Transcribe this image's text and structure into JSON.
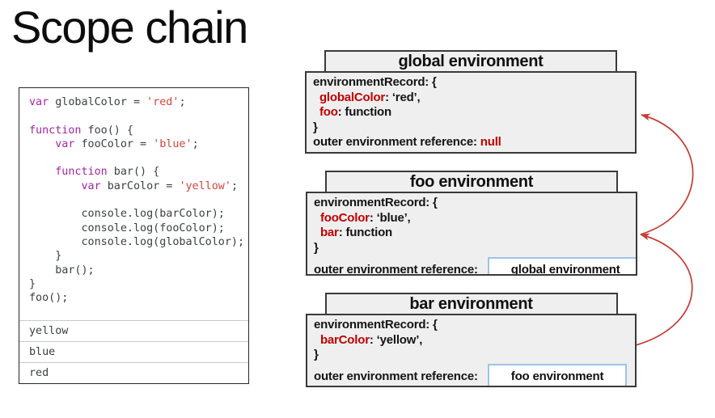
{
  "slide": {
    "title": "Scope chain"
  },
  "colors": {
    "keyword": "#a626a4",
    "string": "#d0453a",
    "code_text": "#3b4045",
    "env_red": "#c00000",
    "arrow": "#c53b32",
    "panel_fill": "#efefef",
    "panel_border": "#3a3a3a",
    "ref_border": "#9dc3e6",
    "divider": "#c9c9c9"
  },
  "code_panel": {
    "lines": [
      [
        {
          "t": "var",
          "s": "kw"
        },
        {
          "t": " globalColor = ",
          "s": "pl"
        },
        {
          "t": "'red'",
          "s": "str"
        },
        {
          "t": ";",
          "s": "pl"
        }
      ],
      [],
      [
        {
          "t": "function",
          "s": "kw"
        },
        {
          "t": " foo() {",
          "s": "pl"
        }
      ],
      [
        {
          "t": "    ",
          "s": "pl"
        },
        {
          "t": "var",
          "s": "kw"
        },
        {
          "t": " fooColor = ",
          "s": "pl"
        },
        {
          "t": "'blue'",
          "s": "str"
        },
        {
          "t": ";",
          "s": "pl"
        }
      ],
      [],
      [
        {
          "t": "    ",
          "s": "pl"
        },
        {
          "t": "function",
          "s": "kw"
        },
        {
          "t": " bar() {",
          "s": "pl"
        }
      ],
      [
        {
          "t": "        ",
          "s": "pl"
        },
        {
          "t": "var",
          "s": "kw"
        },
        {
          "t": " barColor = ",
          "s": "pl"
        },
        {
          "t": "'yellow'",
          "s": "str"
        },
        {
          "t": ";",
          "s": "pl"
        }
      ],
      [],
      [
        {
          "t": "        console.log(barColor);",
          "s": "pl"
        }
      ],
      [
        {
          "t": "        console.log(fooColor);",
          "s": "pl"
        }
      ],
      [
        {
          "t": "        console.log(globalColor);",
          "s": "pl"
        }
      ],
      [
        {
          "t": "    }",
          "s": "pl"
        }
      ],
      [
        {
          "t": "    bar();",
          "s": "pl"
        }
      ],
      [
        {
          "t": "}",
          "s": "pl"
        }
      ],
      [
        {
          "t": "foo();",
          "s": "pl"
        }
      ]
    ],
    "outputs": [
      "yellow",
      "blue",
      "red"
    ]
  },
  "environments": [
    {
      "id": "global",
      "title": "global environment",
      "record_lines": [
        [
          {
            "t": "environmentRecord: {",
            "s": "b"
          }
        ],
        [
          {
            "t": "  ",
            "s": "b"
          },
          {
            "t": "globalColor",
            "s": "r"
          },
          {
            "t": ": ‘red’,",
            "s": "b"
          }
        ],
        [
          {
            "t": "  ",
            "s": "b"
          },
          {
            "t": "foo",
            "s": "r"
          },
          {
            "t": ": function",
            "s": "b"
          }
        ],
        [
          {
            "t": "}",
            "s": "b"
          }
        ],
        [
          {
            "t": "outer environment reference: ",
            "s": "b"
          },
          {
            "t": "null",
            "s": "r"
          }
        ]
      ],
      "ref": null
    },
    {
      "id": "foo",
      "title": "foo environment",
      "record_lines": [
        [
          {
            "t": "environmentRecord: {",
            "s": "b"
          }
        ],
        [
          {
            "t": "  ",
            "s": "b"
          },
          {
            "t": "fooColor",
            "s": "r"
          },
          {
            "t": ": ‘blue’,",
            "s": "b"
          }
        ],
        [
          {
            "t": "  ",
            "s": "b"
          },
          {
            "t": "bar",
            "s": "r"
          },
          {
            "t": ": function",
            "s": "b"
          }
        ],
        [
          {
            "t": "}",
            "s": "b"
          }
        ]
      ],
      "ref": {
        "label": "outer environment reference:",
        "value": "global environment"
      }
    },
    {
      "id": "bar",
      "title": "bar environment",
      "record_lines": [
        [
          {
            "t": "environmentRecord: {",
            "s": "b"
          }
        ],
        [
          {
            "t": "  ",
            "s": "b"
          },
          {
            "t": "barColor",
            "s": "r"
          },
          {
            "t": ": ‘yellow’,",
            "s": "b"
          }
        ],
        [
          {
            "t": "}",
            "s": "b"
          }
        ]
      ],
      "ref": {
        "label": "outer environment reference:",
        "value": "foo environment"
      }
    }
  ],
  "arrows": [
    {
      "name": "foo-to-global",
      "from": "foo environment",
      "to": "global environment"
    },
    {
      "name": "bar-to-foo",
      "from": "bar environment",
      "to": "foo environment"
    }
  ]
}
